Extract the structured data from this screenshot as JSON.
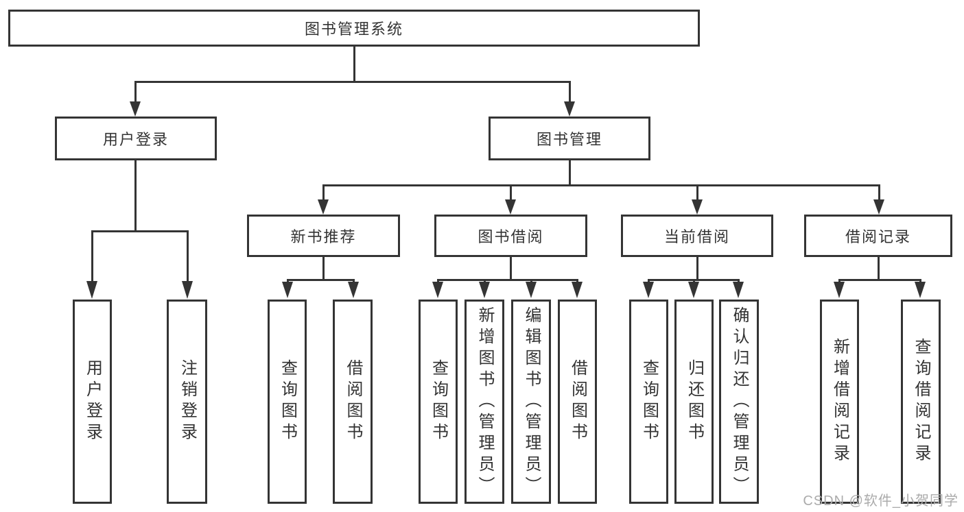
{
  "diagram": {
    "tree": {
      "label": "图书管理系统",
      "children": [
        {
          "label": "用户登录",
          "children": [
            {
              "label": "用户登录"
            },
            {
              "label": "注销登录"
            }
          ]
        },
        {
          "label": "图书管理",
          "children": [
            {
              "label": "新书推荐",
              "children": [
                {
                  "label": "查询图书"
                },
                {
                  "label": "借阅图书"
                }
              ]
            },
            {
              "label": "图书借阅",
              "children": [
                {
                  "label": "查询图书"
                },
                {
                  "label": "新增图书（管理员）"
                },
                {
                  "label": "编辑图书（管理员）"
                },
                {
                  "label": "借阅图书"
                }
              ]
            },
            {
              "label": "当前借阅",
              "children": [
                {
                  "label": "查询图书"
                },
                {
                  "label": "归还图书"
                },
                {
                  "label": "确认归还（管理员）"
                }
              ]
            },
            {
              "label": "借阅记录",
              "children": [
                {
                  "label": "新增借阅记录"
                },
                {
                  "label": "查询借阅记录"
                }
              ]
            }
          ]
        }
      ]
    },
    "watermark": "CSDN @软件_小贺同学",
    "colors": {
      "line": "#343434",
      "text": "#333333",
      "background": "#ffffff",
      "watermark": "#ababab"
    }
  }
}
